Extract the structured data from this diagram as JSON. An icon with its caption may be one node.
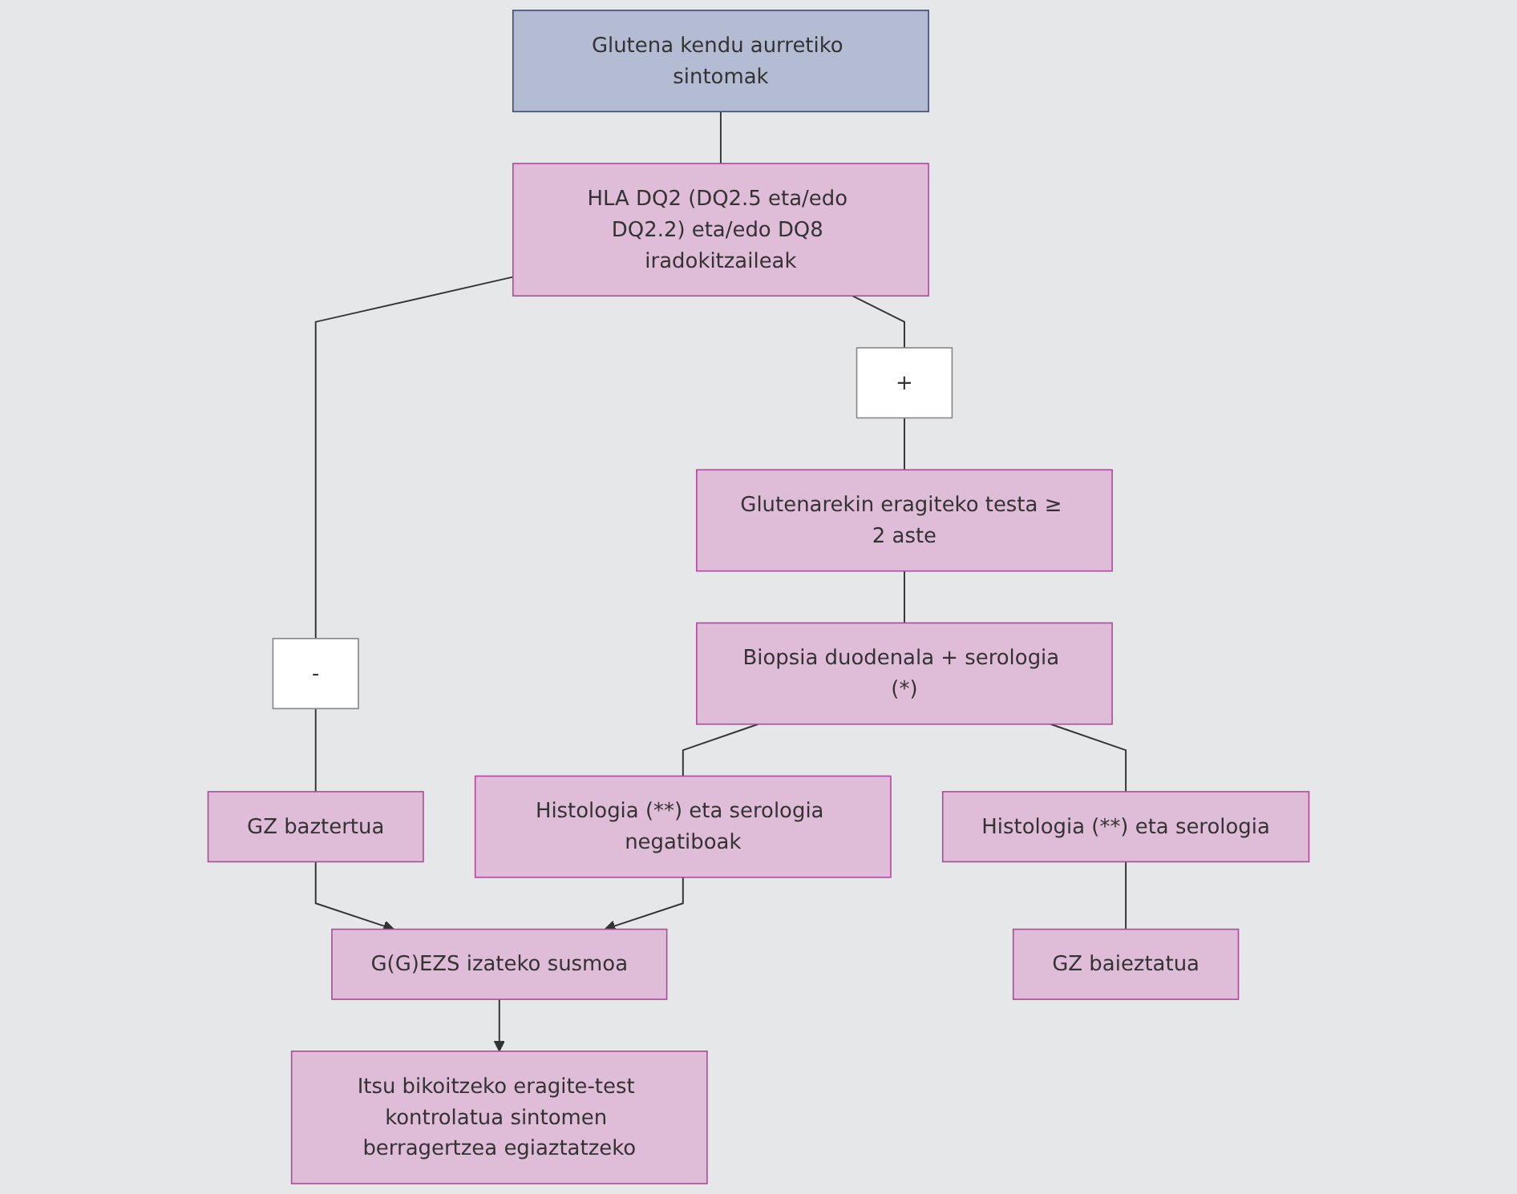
{
  "diagram": {
    "nodes": [
      {
        "text": [
          "Glutena kendu aurretiko sintomak"
        ]
      },
      {
        "text": [
          "HLA DQ2 (DQ2.5 eta/edo DQ2.2) eta/edo DQ8 iradokitzaileak"
        ]
      },
      {
        "text": [
          "-"
        ]
      },
      {
        "text": [
          "+"
        ]
      },
      {
        "text": [
          "GZ baztertua"
        ]
      },
      {
        "text": [
          "Glutenarekin eragiteko testa ≥ 2 aste"
        ]
      },
      {
        "text": [
          "Biopsia duodenala + serologia (*)"
        ]
      },
      {
        "text": [
          "G(G)EZS izateko susmoa"
        ]
      },
      {
        "text": [
          "Histologia (**) eta serologia negatiboak"
        ]
      },
      {
        "text": [
          "Histologia (**) eta serologia"
        ]
      },
      {
        "text": [
          "Itsu bikoitzeko eragite-test kontrolatua sintomen berragertzea egiaztatzeko"
        ]
      },
      {
        "text": [
          "GZ baieztatua"
        ]
      }
    ],
    "edges": [
      {
        "from": 0,
        "to": 1,
        "arrow": "none"
      },
      {
        "from": 1,
        "to": 2,
        "arrow": "none"
      },
      {
        "from": 1,
        "to": 3,
        "arrow": "none"
      },
      {
        "from": 2,
        "to": 4,
        "arrow": "none"
      },
      {
        "from": 3,
        "to": 5,
        "arrow": "none"
      },
      {
        "from": 5,
        "to": 6,
        "arrow": "none"
      },
      {
        "from": 4,
        "to": 7,
        "arrow": "to"
      },
      {
        "from": 6,
        "to": 8,
        "arrow": "none"
      },
      {
        "from": 6,
        "to": 9,
        "arrow": "none"
      },
      {
        "from": 8,
        "to": 7,
        "arrow": "to"
      },
      {
        "from": 7,
        "to": 10,
        "arrow": "to"
      },
      {
        "from": 9,
        "to": 11,
        "arrow": "none"
      }
    ]
  }
}
